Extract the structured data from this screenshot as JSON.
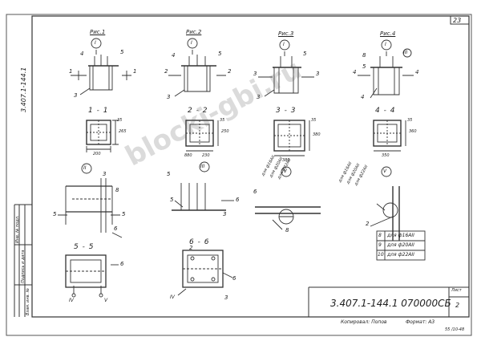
{
  "sheet": {
    "number": "23",
    "side_code": "3.407.1-144.1",
    "code": "3.407.1-144.1 070000СБ",
    "sheet_label": "Лист",
    "sheet_number": "2",
    "copied_by": "Копировал: Попов",
    "format": "Формат: А3",
    "stamp_no": "55 /10-48",
    "left_cols": [
      "Инв. № подл.",
      "Подпись и дата",
      "Взам. инв. №"
    ]
  },
  "watermark": "blocki-gbi.ru",
  "figures": [
    {
      "title": "Рис.1",
      "mark": "I",
      "section": "1"
    },
    {
      "title": "Рис.2",
      "mark": "I",
      "section": "2"
    },
    {
      "title": "Рис.3",
      "mark": "I",
      "section": "3"
    },
    {
      "title": "Рис.4",
      "mark": "I",
      "section": "4",
      "extra_mark": "III"
    }
  ],
  "callouts": {
    "n2": "2",
    "n3": "3",
    "n4": "4",
    "n5": "5",
    "n6": "6",
    "n8": "8"
  },
  "sections": {
    "s11": "1 - 1",
    "s22": "2 - 2",
    "s33": "3 - 3",
    "s44": "4 - 4",
    "s55": "5 - 5",
    "s66": "6 - 6"
  },
  "dimensions": {
    "s11": {
      "h": "265",
      "w": "200",
      "t": "35"
    },
    "s22": {
      "h": "250",
      "w1": "880",
      "w2": "230",
      "t": "35"
    },
    "s33": {
      "h": "380",
      "w": "380",
      "t": "35"
    },
    "s44": {
      "h": "360",
      "w": "350",
      "t": "35"
    }
  },
  "detail_marks": {
    "II": "II",
    "III": "III",
    "IV": "IV",
    "V": "V"
  },
  "bars_iv": [
    "для ф16АII",
    "для ф20АII",
    "для ф22АII"
  ],
  "bars_v": [
    "для ф16АII",
    "для ф20АII",
    "для ф22АII"
  ],
  "bar_table": [
    {
      "n": "8",
      "text": "для ф16АII"
    },
    {
      "n": "9",
      "text": "для ф20АII"
    },
    {
      "n": "10",
      "text": "для ф22АII"
    }
  ]
}
